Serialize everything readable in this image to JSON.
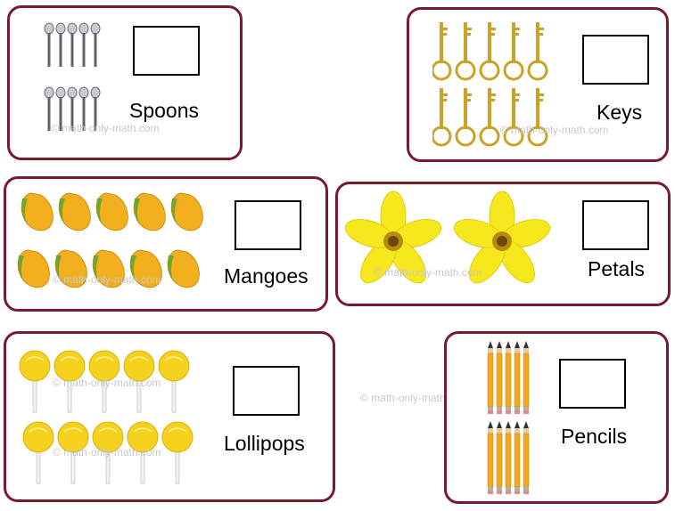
{
  "watermark": "© math-only-math.com",
  "cards": [
    {
      "label": "Spoons",
      "icon": "spoon-icon",
      "count": 10
    },
    {
      "label": "Keys",
      "icon": "key-icon",
      "count": 10
    },
    {
      "label": "Mangoes",
      "icon": "mango-icon",
      "count": 10
    },
    {
      "label": "Petals",
      "icon": "flower-icon",
      "count": 2
    },
    {
      "label": "Lollipops",
      "icon": "lollipop-icon",
      "count": 10
    },
    {
      "label": "Pencils",
      "icon": "pencil-icon",
      "count": 10
    }
  ],
  "colors": {
    "card_border": "#7b1a2c",
    "answer_box_border": "#000000"
  }
}
